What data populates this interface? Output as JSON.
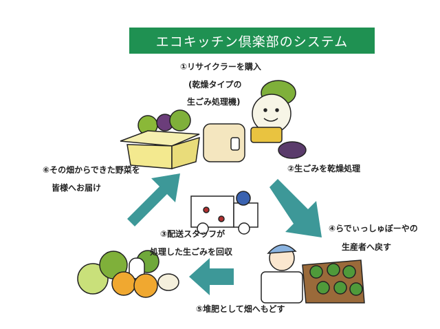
{
  "title": "エコキッチン倶楽部のシステム",
  "steps": {
    "s1": {
      "line1": "①リサイクラーを購入",
      "line2": "(乾燥タイプの",
      "line3": "生ごみ処理機)"
    },
    "s2": {
      "line1": "②生ごみを乾燥処理"
    },
    "s3": {
      "line1": "③配送スタッフが",
      "line2": "処理した生ごみを回収"
    },
    "s4": {
      "line1": "④らでぃっしゅぼーやの",
      "line2": "生産者へ戻す"
    },
    "s5": {
      "line1": "⑤堆肥として畑へもどす"
    },
    "s6": {
      "line1": "⑥その畑からできた野菜を",
      "line2": "皆様へお届け"
    }
  },
  "colors": {
    "title_bg": "#1f9152",
    "arrow": "#3d9898"
  }
}
